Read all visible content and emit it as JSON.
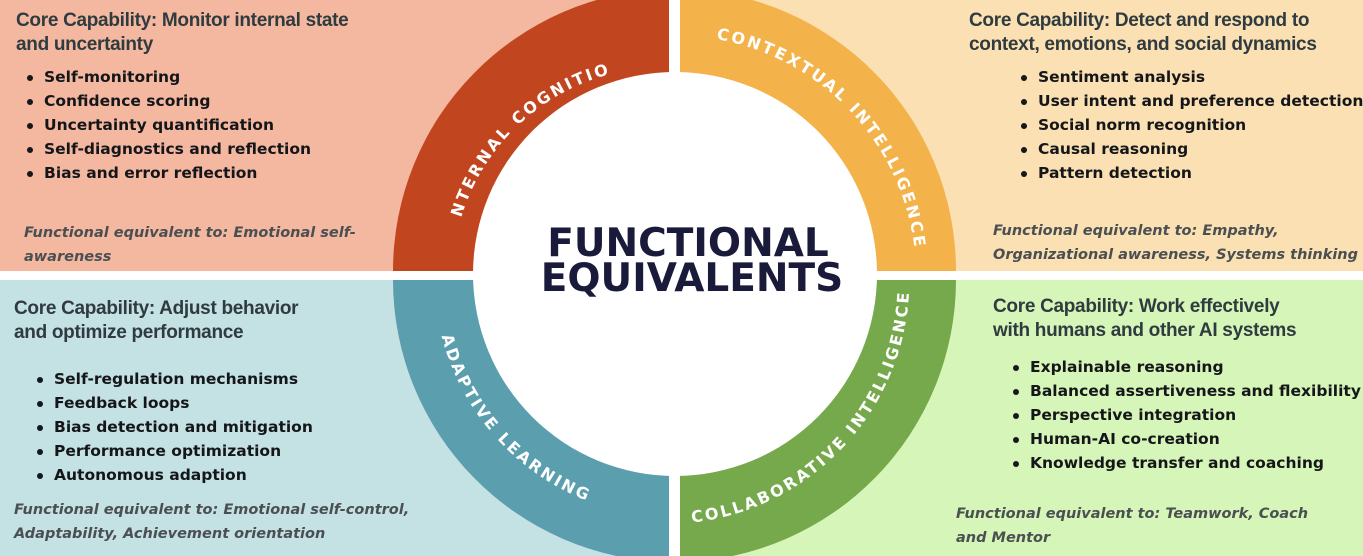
{
  "colors": {
    "internal_bg": "#f4b8a0",
    "internal_ring": "#c1461f",
    "contextual_bg": "#fbe0b3",
    "contextual_ring": "#f3b34a",
    "adaptive_bg": "#c4e1e4",
    "adaptive_ring": "#5b9eae",
    "collaborative_bg": "#d6f5b8",
    "collaborative_ring": "#76a84c",
    "center_title": "#1a1a3a"
  },
  "center": {
    "line1": "FUNCTIONAL",
    "line2": "EQUIVALENTS"
  },
  "ring_labels": {
    "internal": "INTERNAL COGNITION",
    "contextual": "CONTEXTUAL INTELLIGENCE",
    "adaptive": "ADAPTIVE LEARNING",
    "collaborative": "COLLABORATIVE INTELLIGENCE"
  },
  "internal": {
    "heading": [
      "Core Capability: Monitor internal state",
      "and uncertainty"
    ],
    "items": [
      "Self-monitoring",
      "Confidence scoring",
      "Uncertainty quantification",
      "Self-diagnostics and reflection",
      "Bias and error reflection"
    ],
    "footnote": [
      "Functional equivalent to: Emotional self-",
      "awareness"
    ]
  },
  "contextual": {
    "heading": [
      "Core Capability: Detect and respond to",
      "context, emotions, and social dynamics"
    ],
    "items": [
      "Sentiment analysis",
      "User intent and preference detection",
      "Social norm recognition",
      "Causal reasoning",
      "Pattern detection"
    ],
    "footnote": [
      "Functional equivalent to: Empathy,",
      "Organizational awareness, Systems thinking"
    ]
  },
  "adaptive": {
    "heading": [
      "Core Capability: Adjust behavior",
      "and optimize performance"
    ],
    "items": [
      "Self-regulation mechanisms",
      "Feedback loops",
      "Bias detection and mitigation",
      "Performance optimization",
      "Autonomous adaption"
    ],
    "footnote": [
      "Functional equivalent to: Emotional self-control,",
      "Adaptability, Achievement orientation"
    ]
  },
  "collaborative": {
    "heading": [
      "Core Capability: Work effectively",
      "with humans and other AI systems"
    ],
    "items": [
      "Explainable reasoning",
      "Balanced assertiveness and flexibility",
      "Perspective integration",
      "Human-AI co-creation",
      "Knowledge transfer and coaching"
    ],
    "footnote": [
      "Functional equivalent to: Teamwork, Coach",
      "and Mentor"
    ]
  }
}
